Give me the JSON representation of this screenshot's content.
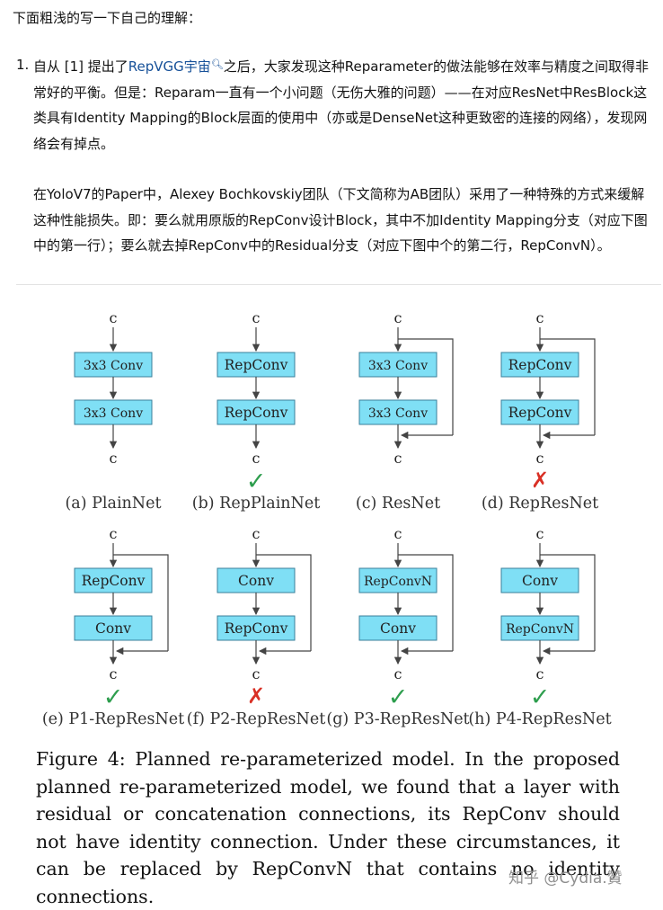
{
  "intro": "下面粗浅的写一下自己的理解：",
  "item": {
    "number": "1.",
    "p1_before": "自从 [1] 提出了",
    "p1_link": "RepVGG宇宙",
    "p1_after": "之后，大家发现这种Reparameter的做法能够在效率与精度之间取得非常好的平衡。但是：Reparam一直有一个小问题（无伤大雅的问题）——在对应ResNet中ResBlock这类具有Identity Mapping的Block层面的使用中（亦或是DenseNet这种更致密的连接的网络），发现网络会有掉点。",
    "p2": "在YoloV7的Paper中，Alexey Bochkovskiy团队（下文简称为AB团队）采用了一种特殊的方式来缓解这种性能损失。即：要么就用原版的RepConv设计Block，其中不加Identity Mapping分支（对应下图中的第一行）；要么就去掉RepConv中的Residual分支（对应下图中个的第二行，RepConvN）。"
  },
  "figure": {
    "io_label": "c",
    "check_mark": "✓",
    "cross_mark": "✗",
    "block_fill": "#7fdff5",
    "check_color": "#2e9e4e",
    "cross_color": "#d93025",
    "diagrams": [
      {
        "caption": "(a) PlainNet",
        "top_block": "3x3 Conv",
        "bottom_block": "3x3 Conv",
        "residual": false,
        "mark": "none"
      },
      {
        "caption": "(b) RepPlainNet",
        "top_block": "RepConv",
        "bottom_block": "RepConv",
        "residual": false,
        "mark": "check"
      },
      {
        "caption": "(c) ResNet",
        "top_block": "3x3 Conv",
        "bottom_block": "3x3 Conv",
        "residual": true,
        "mark": "none"
      },
      {
        "caption": "(d) RepResNet",
        "top_block": "RepConv",
        "bottom_block": "RepConv",
        "residual": true,
        "mark": "cross"
      },
      {
        "caption": "(e) P1-RepResNet",
        "top_block": "RepConv",
        "bottom_block": "Conv",
        "residual": true,
        "mark": "check"
      },
      {
        "caption": "(f) P2-RepResNet",
        "top_block": "Conv",
        "bottom_block": "RepConv",
        "residual": true,
        "mark": "cross"
      },
      {
        "caption": "(g) P3-RepResNet",
        "top_block": "RepConvN",
        "bottom_block": "Conv",
        "residual": true,
        "mark": "check"
      },
      {
        "caption": "(h) P4-RepResNet",
        "top_block": "Conv",
        "bottom_block": "RepConvN",
        "residual": true,
        "mark": "check"
      }
    ],
    "caption": "Figure 4:  Planned re-parameterized model.  In the proposed planned re-parameterized model, we found that a layer with residual or concatenation connections, its RepConv should not have identity connection. Under these circumstances, it can be replaced by RepConvN that contains no identity connections.",
    "watermark": "知乎 @Cydia.贊"
  }
}
